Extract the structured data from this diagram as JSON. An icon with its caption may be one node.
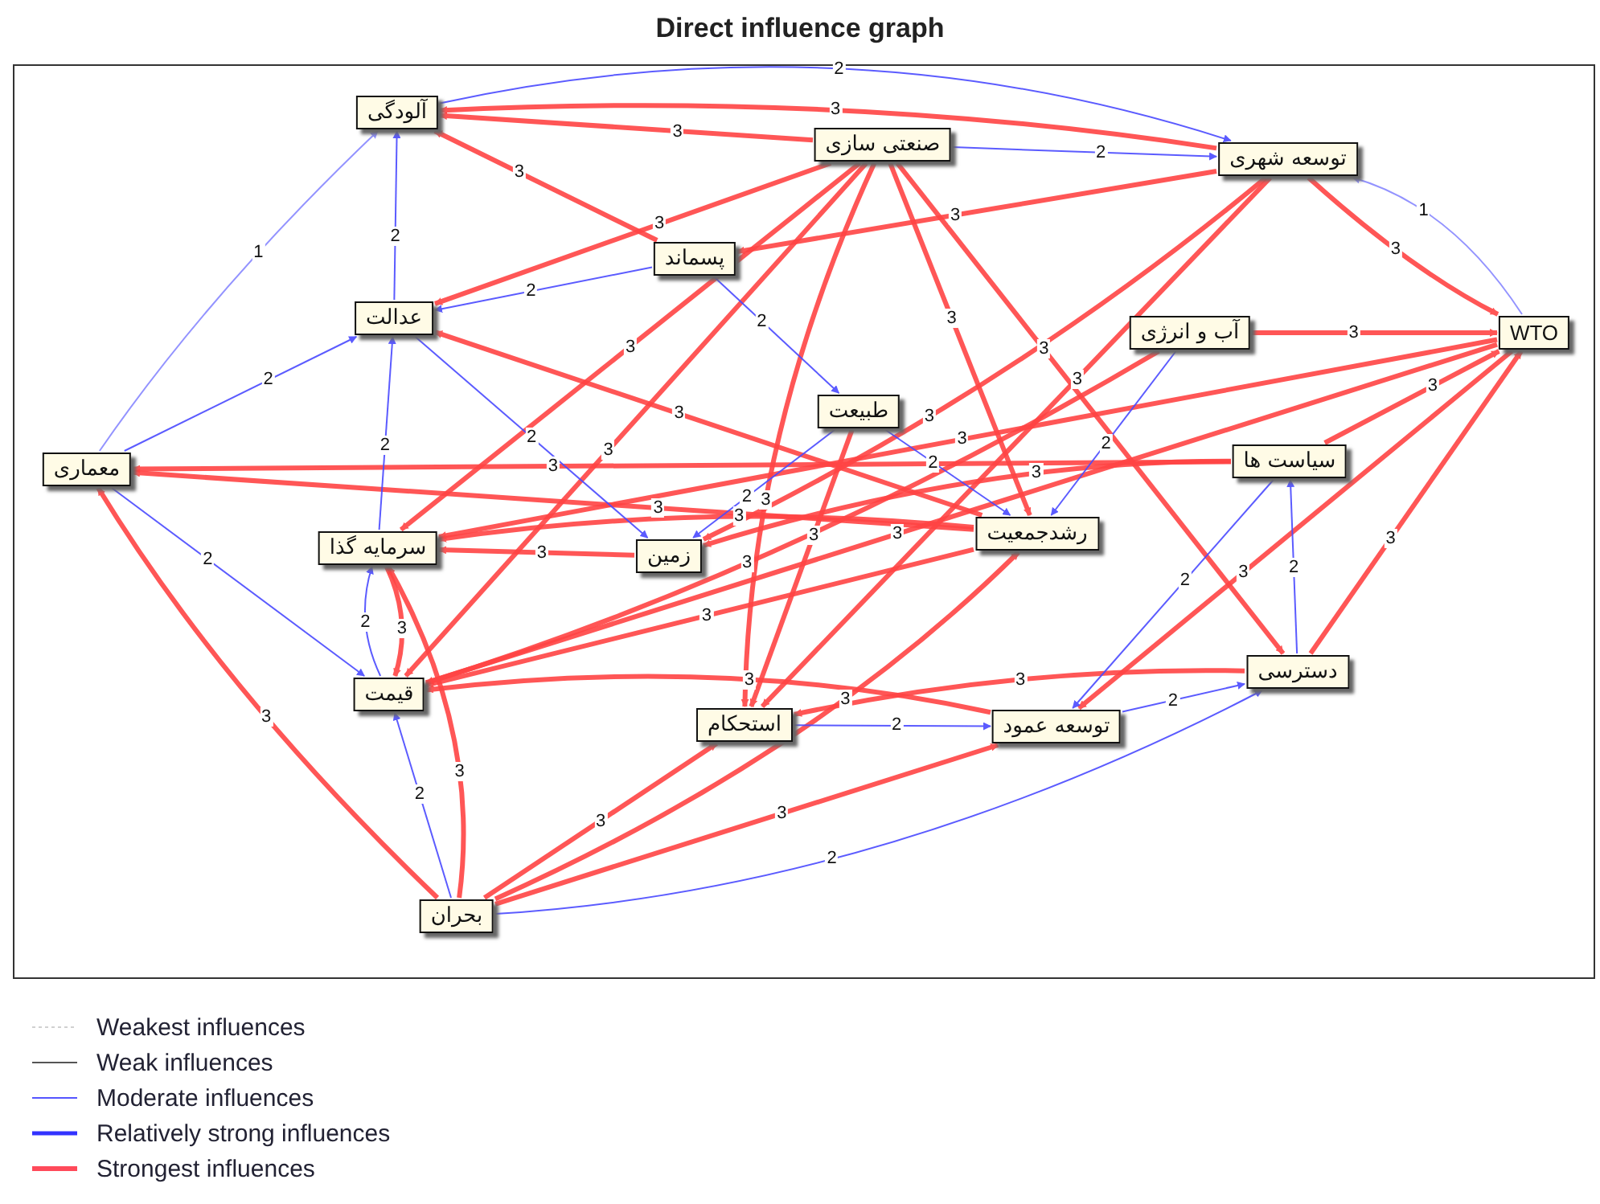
{
  "diagram": {
    "title": "Direct influence graph",
    "nodes": [
      {
        "text": [
          "آلودگی"
        ]
      },
      {
        "text": [
          "صنعتی سازی"
        ]
      },
      {
        "text": [
          "توسعه شهری"
        ]
      },
      {
        "text": [
          "پسماند"
        ]
      },
      {
        "text": [
          "عدالت"
        ]
      },
      {
        "text": [
          "آب و انرژی"
        ]
      },
      {
        "text": [
          "WTO"
        ]
      },
      {
        "text": [
          "طبیعت"
        ]
      },
      {
        "text": [
          "معماری"
        ]
      },
      {
        "text": [
          "سیاست ها"
        ]
      },
      {
        "text": [
          "سرمایه گذا"
        ]
      },
      {
        "text": [
          "رشدجمعیت"
        ]
      },
      {
        "text": [
          "زمین"
        ]
      },
      {
        "text": [
          "قیمت"
        ]
      },
      {
        "text": [
          "استحکام"
        ]
      },
      {
        "text": [
          "توسعه عمود"
        ]
      },
      {
        "text": [
          "دسترسی"
        ]
      },
      {
        "text": [
          "بحران"
        ]
      }
    ],
    "edges": [
      {
        "from": 1,
        "to": 0,
        "arrow": "to",
        "label": "3"
      },
      {
        "from": 1,
        "to": 4,
        "arrow": "to",
        "label": "3"
      },
      {
        "from": 1,
        "to": 10,
        "arrow": "to",
        "label": "3"
      },
      {
        "from": 1,
        "to": 13,
        "arrow": "to",
        "label": "3"
      },
      {
        "from": 1,
        "to": 14,
        "arrow": "to",
        "label": "3"
      },
      {
        "from": 1,
        "to": 16,
        "arrow": "to",
        "label": "3"
      },
      {
        "from": 1,
        "to": 11,
        "arrow": "to",
        "label": "3"
      },
      {
        "from": 2,
        "to": 0,
        "arrow": "to",
        "label": "3"
      },
      {
        "from": 2,
        "to": 3,
        "arrow": "to",
        "label": "3"
      },
      {
        "from": 2,
        "to": 12,
        "arrow": "to",
        "label": "3"
      },
      {
        "from": 2,
        "to": 14,
        "arrow": "to",
        "label": "3"
      },
      {
        "from": 2,
        "to": 6,
        "arrow": "to",
        "label": "3"
      },
      {
        "from": 6,
        "to": 10,
        "arrow": "to",
        "label": "3"
      },
      {
        "from": 6,
        "to": 13,
        "arrow": "to",
        "label": "3"
      },
      {
        "from": 6,
        "to": 15,
        "arrow": "to",
        "label": "3"
      },
      {
        "from": 11,
        "to": 8,
        "arrow": "to",
        "label": "3"
      },
      {
        "from": 11,
        "to": 10,
        "arrow": "to",
        "label": "3"
      },
      {
        "from": 11,
        "to": 13,
        "arrow": "to",
        "label": "3"
      },
      {
        "from": 11,
        "to": 4,
        "arrow": "to",
        "label": "3"
      },
      {
        "from": 9,
        "to": 8,
        "arrow": "to",
        "label": "3"
      },
      {
        "from": 9,
        "to": 12,
        "arrow": "to",
        "label": "3"
      },
      {
        "from": 17,
        "to": 8,
        "arrow": "to",
        "label": "3"
      },
      {
        "from": 17,
        "to": 14,
        "arrow": "to",
        "label": "3"
      },
      {
        "from": 17,
        "to": 15,
        "arrow": "to",
        "label": "3"
      },
      {
        "from": 17,
        "to": 11,
        "arrow": "to",
        "label": "3"
      },
      {
        "from": 17,
        "to": 10,
        "arrow": "to",
        "label": "3"
      },
      {
        "from": 15,
        "to": 13,
        "arrow": "to",
        "label": "3"
      },
      {
        "from": 16,
        "to": 14,
        "arrow": "to",
        "label": "3"
      },
      {
        "from": 5,
        "to": 13,
        "arrow": "to",
        "label": "3"
      },
      {
        "from": 3,
        "to": 0,
        "arrow": "to",
        "label": "3"
      },
      {
        "from": 7,
        "to": 14,
        "arrow": "to",
        "label": "3"
      },
      {
        "from": 12,
        "to": 10,
        "arrow": "to",
        "label": "3"
      },
      {
        "from": 0,
        "to": 2,
        "arrow": "to",
        "label": "2",
        "color": "#4a4aff"
      },
      {
        "from": 3,
        "to": 4,
        "arrow": "to",
        "label": "2",
        "color": "#4a4aff"
      },
      {
        "from": 8,
        "to": 0,
        "arrow": "to",
        "label": "1",
        "color": "#8888ff"
      },
      {
        "from": 4,
        "to": 0,
        "arrow": "to",
        "label": "2",
        "color": "#4a4aff"
      },
      {
        "from": 10,
        "to": 4,
        "arrow": "to",
        "label": "2",
        "color": "#4a4aff"
      },
      {
        "from": 13,
        "to": 10,
        "arrow": "to",
        "label": "2",
        "color": "#4a4aff"
      },
      {
        "from": 17,
        "to": 13,
        "arrow": "to",
        "label": "2",
        "color": "#4a4aff"
      },
      {
        "from": 8,
        "to": 4,
        "arrow": "to",
        "label": "2",
        "color": "#4a4aff"
      },
      {
        "from": 8,
        "to": 13,
        "arrow": "to",
        "label": "2",
        "color": "#4a4aff"
      },
      {
        "from": 17,
        "to": 16,
        "arrow": "to",
        "label": "2",
        "color": "#4a4aff"
      },
      {
        "from": 16,
        "to": 9,
        "arrow": "to",
        "label": "2",
        "color": "#4a4aff"
      },
      {
        "from": 5,
        "to": 11,
        "arrow": "to",
        "label": "2",
        "color": "#4a4aff"
      },
      {
        "from": 7,
        "to": 12,
        "arrow": "to",
        "label": "2",
        "color": "#4a4aff"
      },
      {
        "from": 3,
        "to": 7,
        "arrow": "to",
        "label": "2",
        "color": "#4a4aff"
      },
      {
        "from": 15,
        "to": 16,
        "arrow": "to",
        "label": "2",
        "color": "#4a4aff"
      },
      {
        "from": 4,
        "to": 12,
        "arrow": "to",
        "label": "2",
        "color": "#4a4aff"
      },
      {
        "from": 1,
        "to": 2,
        "arrow": "to",
        "label": "2",
        "color": "#4a4aff"
      },
      {
        "from": 6,
        "to": 2,
        "arrow": "to",
        "label": "1",
        "color": "#8888ff"
      },
      {
        "from": 7,
        "to": 11,
        "arrow": "to",
        "label": "2",
        "color": "#4a4aff"
      },
      {
        "from": 9,
        "to": 15,
        "arrow": "to",
        "label": "2",
        "color": "#4a4aff"
      },
      {
        "from": 14,
        "to": 15,
        "arrow": "to",
        "label": "2",
        "color": "#4a4aff"
      },
      {
        "from": 10,
        "to": 13,
        "arrow": "to",
        "label": "3"
      },
      {
        "from": 9,
        "to": 6,
        "arrow": "to",
        "label": "3"
      },
      {
        "from": 16,
        "to": 6,
        "arrow": "to",
        "label": "3"
      },
      {
        "from": 5,
        "to": 6,
        "arrow": "to",
        "label": "3"
      }
    ],
    "legend": [
      {
        "text": "Weakest influences"
      },
      {
        "text": "Weak influences"
      },
      {
        "text": "Moderate influences"
      },
      {
        "text": "Relatively strong influences"
      },
      {
        "text": "Strongest influences"
      }
    ]
  }
}
